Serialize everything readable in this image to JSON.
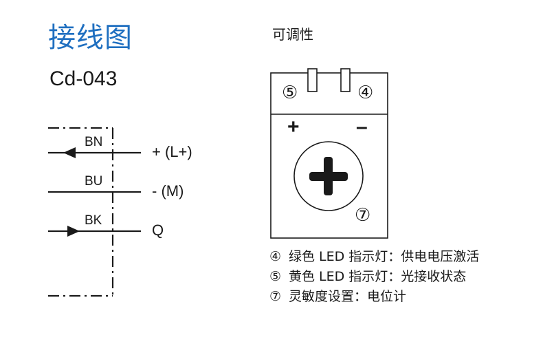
{
  "heading": {
    "title": "接线图",
    "model": "Cd-043"
  },
  "wiring": {
    "wires": [
      {
        "code": "BN",
        "terminal": "+ (L+)"
      },
      {
        "code": "BU",
        "terminal": "- (M)"
      },
      {
        "code": "BK",
        "terminal": "Q"
      }
    ]
  },
  "adjustable": {
    "title": "可调性",
    "panel": {
      "marks": [
        "⑤",
        "④",
        "⑦"
      ],
      "plus_sign": "+",
      "minus_sign": "–"
    }
  },
  "legend": [
    {
      "num": "④",
      "text": "绿色 LED 指示灯：供电电压激活"
    },
    {
      "num": "⑤",
      "text": "黄色 LED 指示灯：光接收状态"
    },
    {
      "num": "⑦",
      "text": "灵敏度设置：电位计"
    }
  ],
  "colors": {
    "title": "#1f6fc0",
    "ink": "#1a1a1a"
  }
}
